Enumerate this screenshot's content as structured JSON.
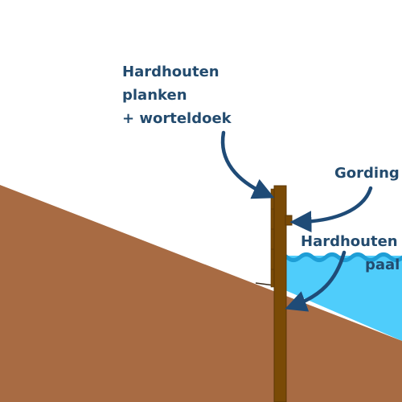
{
  "labels": {
    "planks": [
      "Hardhouten",
      "planken",
      "+ worteldoek"
    ],
    "gording": "Gording",
    "pole": [
      "Hardhouten",
      "paal"
    ]
  },
  "colors": {
    "soil": "#a86b43",
    "water": "#4fcdfb",
    "wave": "#1e9ed6",
    "wood": "#7a4a06",
    "wood_edge": "#5c3704",
    "text": "#234b6e",
    "arrow": "#1f4b77",
    "background": "#ffffff"
  },
  "icons": {
    "arrow_planks": "curved-arrow-icon",
    "arrow_gording": "curved-arrow-icon",
    "arrow_pole": "curved-arrow-icon"
  }
}
